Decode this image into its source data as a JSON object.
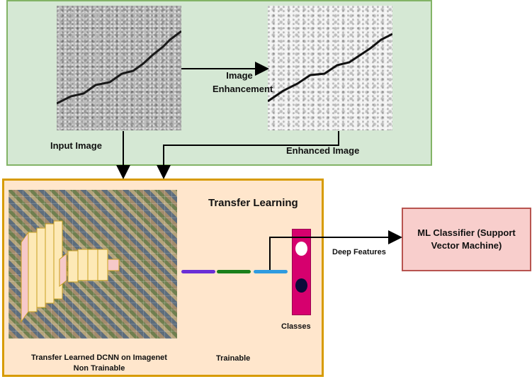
{
  "top_panel": {
    "input_image_label": "Input Image",
    "enhancement_label_line1": "Image",
    "enhancement_label_line2": "Enhancement",
    "enhanced_image_label": "Enhanced Image"
  },
  "transfer_panel": {
    "title": "Transfer Learning",
    "dcnn_label_line1": "Transfer Learned DCNN on Imagenet",
    "dcnn_label_line2": "Non Trainable",
    "trainable_label": "Trainable",
    "classes_label": "Classes"
  },
  "deep_features_label": "Deep Features",
  "classifier": {
    "line1": "ML Classifier (Support",
    "line2": "Vector Machine)"
  },
  "colors": {
    "top_fill": "#d5e8d4",
    "top_border": "#82b366",
    "transfer_fill": "#ffe6cc",
    "transfer_border": "#d79b00",
    "classifier_fill": "#f8cecc",
    "classifier_border": "#b85450",
    "classes_bar": "#d6006e",
    "layer_purple": "#6a2fd6",
    "layer_green": "#1a7f1a",
    "layer_blue": "#2e9be0"
  }
}
